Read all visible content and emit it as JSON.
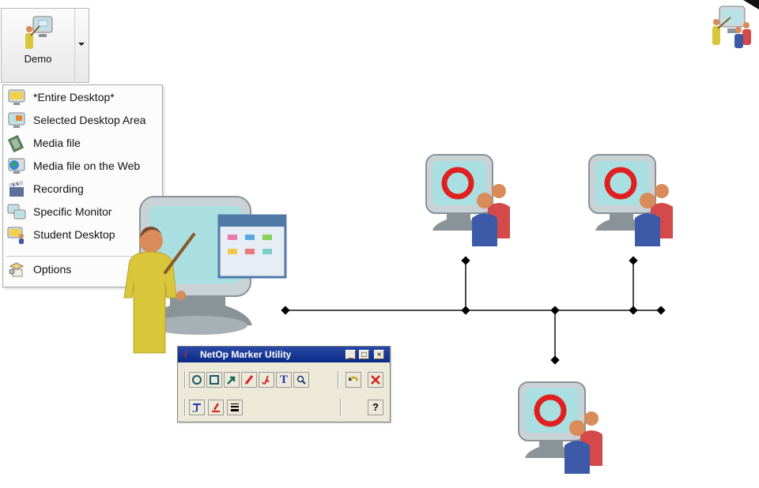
{
  "demo_button": {
    "label": "Demo"
  },
  "menu": {
    "items": [
      {
        "label": "*Entire Desktop*",
        "icon": "desktop-icon"
      },
      {
        "label": "Selected Desktop Area",
        "icon": "desktop-area-icon"
      },
      {
        "label": "Media file",
        "icon": "film-icon"
      },
      {
        "label": "Media file on the Web",
        "icon": "web-media-icon"
      },
      {
        "label": "Recording",
        "icon": "clapper-icon"
      },
      {
        "label": "Specific Monitor",
        "icon": "monitors-icon"
      },
      {
        "label": "Student Desktop",
        "icon": "student-desktop-icon"
      }
    ],
    "options_label": "Options"
  },
  "marker_utility": {
    "title": "NetOp Marker Utility",
    "help_label": "?",
    "text_tool_label": "T",
    "min_label": "_",
    "max_label": "□",
    "close_label": "×"
  },
  "colors": {
    "accent_red": "#e02020",
    "title_bar_blue": "#0a2a86",
    "teacher_yellow": "#d9c63a"
  }
}
